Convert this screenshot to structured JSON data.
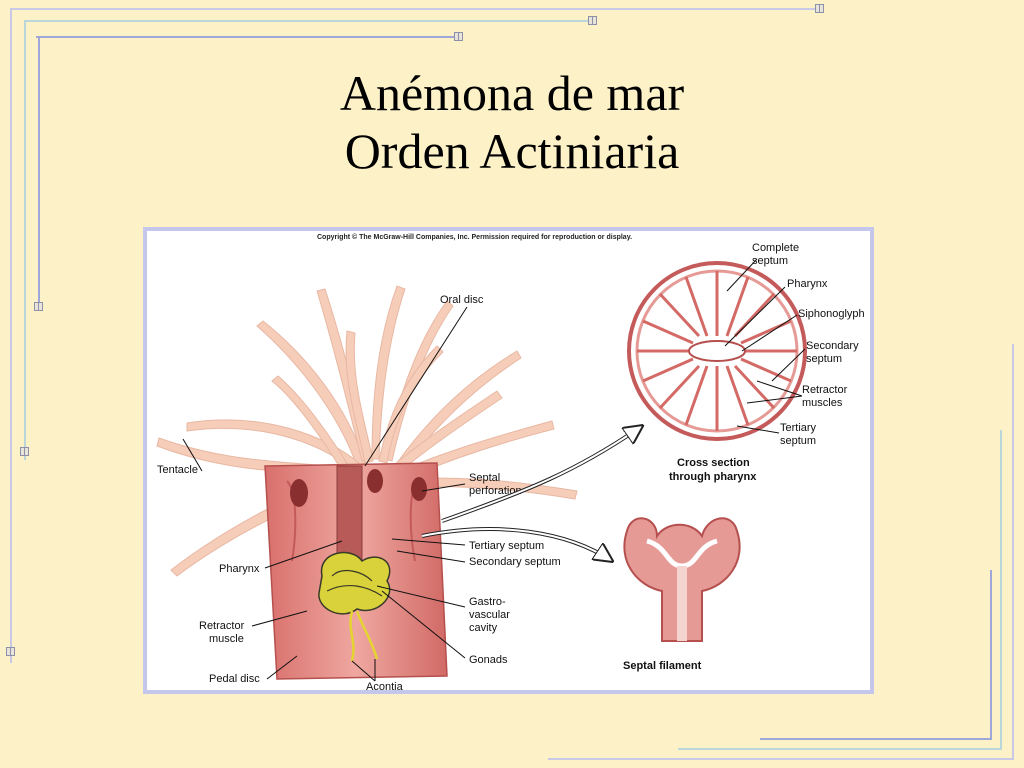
{
  "title": {
    "line1": "Anémona de mar",
    "line2": "Orden Actiniaria"
  },
  "figure": {
    "copyright": "Copyright © The McGraw-Hill Companies, Inc. Permission required for reproduction or display.",
    "labels": {
      "oral_disc": "Oral disc",
      "tentacle": "Tentacle",
      "septal_perforation": [
        "Septal",
        "perforation"
      ],
      "tertiary_septum": "Tertiary septum",
      "secondary_septum": "Secondary septum",
      "pharynx": "Pharynx",
      "gastrovascular_cavity": [
        "Gastro-",
        "vascular",
        "cavity"
      ],
      "retractor_muscle": [
        "Retractor",
        "muscle"
      ],
      "gonads": "Gonads",
      "pedal_disc": "Pedal disc",
      "acontia": "Acontia"
    },
    "cross_section_labels": {
      "complete_septum": [
        "Complete",
        "septum"
      ],
      "pharynx": "Pharynx",
      "siphonoglyph": "Siphonoglyph",
      "secondary_septum": [
        "Secondary",
        "septum"
      ],
      "retractor_muscles": [
        "Retractor",
        "muscles"
      ],
      "tertiary_septum": [
        "Tertiary",
        "septum"
      ]
    },
    "captions": {
      "cross_section": [
        "Cross section",
        "through pharynx"
      ],
      "septal_filament": "Septal filament"
    },
    "colors": {
      "body": "#E8938E",
      "body_dark": "#C45A5A",
      "tentacle": "#F6CDB8",
      "gonad": "#D9D23A",
      "frame_border": "#C5C6EC",
      "slide_bg": "#FDF1C8"
    }
  }
}
